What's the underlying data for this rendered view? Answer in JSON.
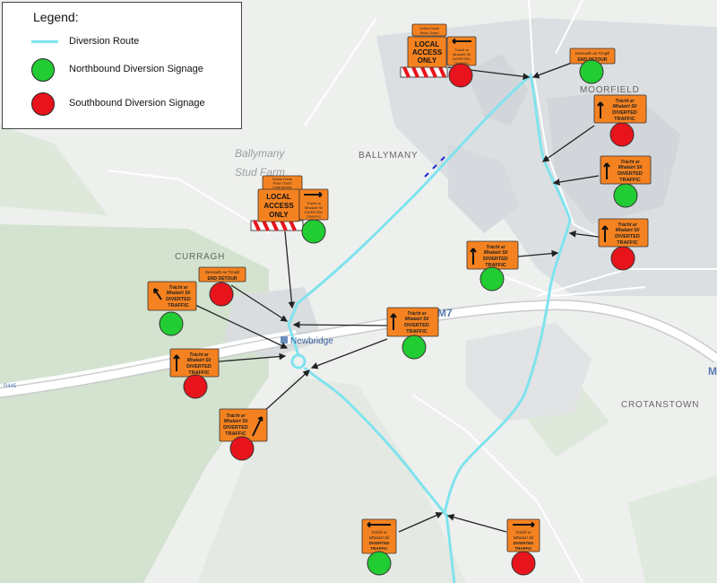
{
  "colors": {
    "route": "#7fe3ee",
    "north": "#22cc33",
    "south": "#e8141c",
    "sign": "#f58220",
    "motorway": "#ffffff",
    "land": "#eef0ee",
    "green": "#cfe0cc",
    "urban": "#dfe1e3"
  },
  "legend": {
    "title": "Legend:",
    "route_label": "Diversion Route",
    "north_label": "Northbound Diversion Signage",
    "south_label": "Southbound Diversion Signage"
  },
  "places": {
    "ballymany": "BALLYMANY",
    "stud_farm_1": "Ballymany",
    "stud_farm_2": "Stud Farm",
    "moorfield": "MOORFIELD",
    "curragh": "CURRAGH",
    "crotanstown": "CROTANSTOWN",
    "newbridge": "Newbridge",
    "road_m7": "M7",
    "road_m7_edge": "M",
    "road_left": "R445"
  },
  "signs": {
    "diverted": [
      "Trácht ar",
      "Mhalairt Slí",
      "DIVERTED",
      "TRAFFIC"
    ],
    "end_detour": [
      "Deireadh an Timpill",
      "END DETOUR"
    ],
    "local_access": [
      "LOCAL",
      "ACCESS",
      "ONLY"
    ],
    "road_closed_top": [
      "Bóthar Dúnta",
      "Road Closed"
    ],
    "road_closed_detail": [
      "Bóthar Dúnta",
      "Road Closed",
      "Local Access"
    ]
  }
}
